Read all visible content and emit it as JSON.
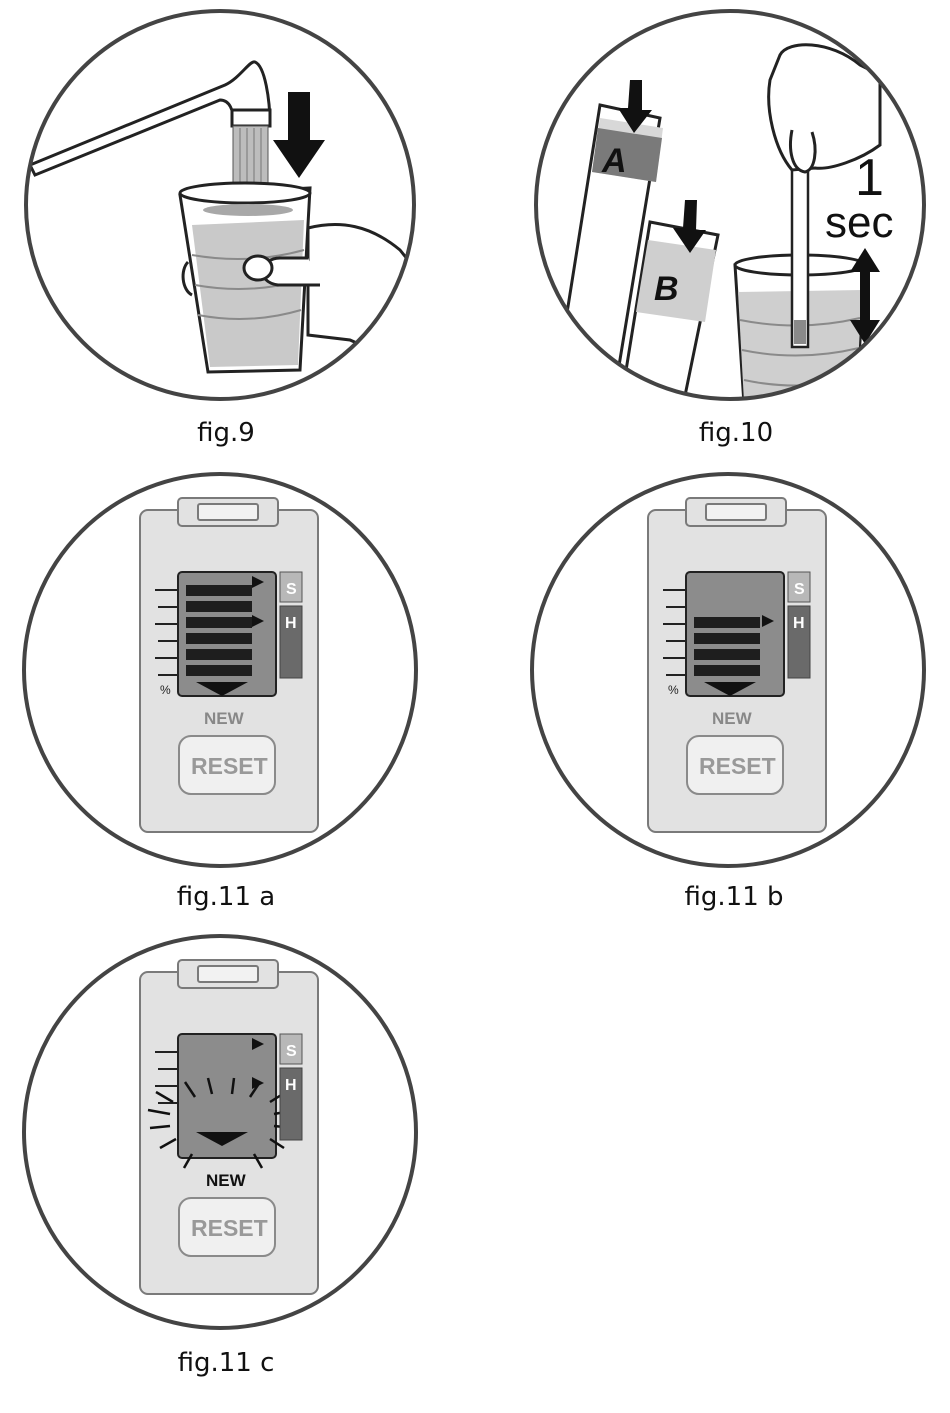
{
  "figures": {
    "fig9": {
      "caption": "fig.9"
    },
    "fig10": {
      "caption": "fig.10",
      "strip_a": "A",
      "strip_b": "B",
      "time_value": "1",
      "time_unit": "sec"
    },
    "fig11a": {
      "caption": "fig.11 a",
      "indicator_s": "S",
      "indicator_h": "H",
      "percent": "%",
      "new_label": "NEW",
      "reset_label": "RESET",
      "bars_lit": 6
    },
    "fig11b": {
      "caption": "fig.11 b",
      "indicator_s": "S",
      "indicator_h": "H",
      "percent": "%",
      "new_label": "NEW",
      "reset_label": "RESET",
      "bars_lit": 4
    },
    "fig11c": {
      "caption": "fig.11 c",
      "indicator_s": "S",
      "indicator_h": "H",
      "new_label": "NEW",
      "reset_label": "RESET",
      "bars_lit": 0
    }
  },
  "colors": {
    "outline": "#222222",
    "light_gray": "#d9d9d9",
    "mid_gray": "#9a9a9a",
    "dark_gray": "#595959",
    "bar": "#1e1e1e"
  }
}
